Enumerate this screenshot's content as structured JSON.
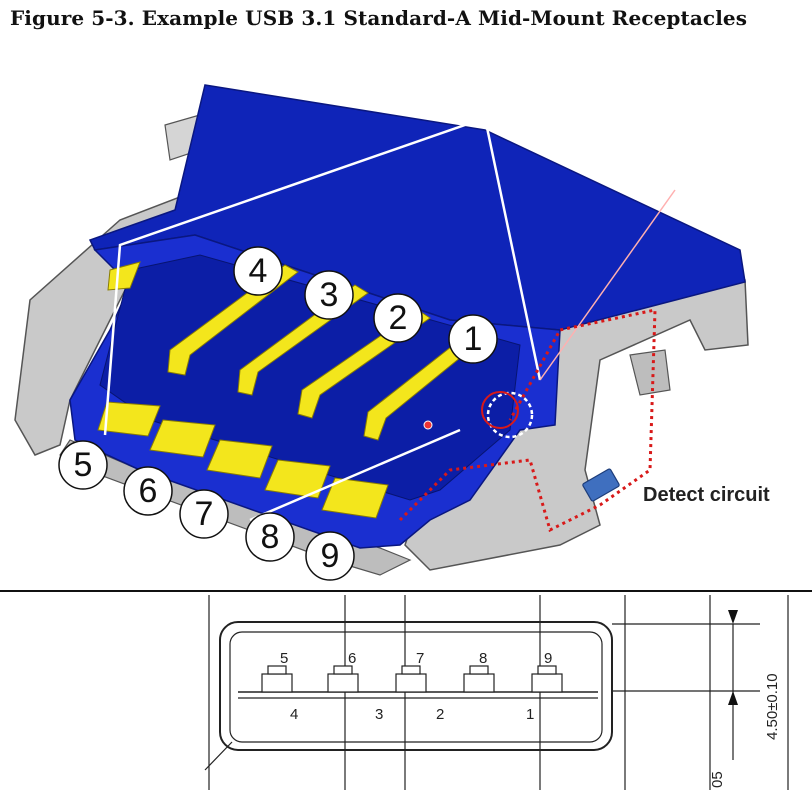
{
  "figure": {
    "title": "Figure 5-3.  Example USB 3.1 Standard-A Mid-Mount Receptacles"
  },
  "iso_view": {
    "contact_badges": [
      "4",
      "3",
      "2",
      "1"
    ],
    "pad_badges": [
      "5",
      "6",
      "7",
      "8",
      "9"
    ],
    "detect_label": "Detect circuit",
    "colors": {
      "body_blue": "#0f24b8",
      "contact_yellow": "#f3e61c",
      "shell_gray": "#c9c9c9",
      "detect_red": "#d81919",
      "detect_box": "#3f6fbf"
    }
  },
  "drawing_view": {
    "top_pin_labels": [
      "5",
      "6",
      "7",
      "8",
      "9"
    ],
    "bottom_pin_labels": [
      "4",
      "3",
      "2",
      "1"
    ],
    "dimension_label": "4.50±0.10",
    "edge_label": "05"
  }
}
